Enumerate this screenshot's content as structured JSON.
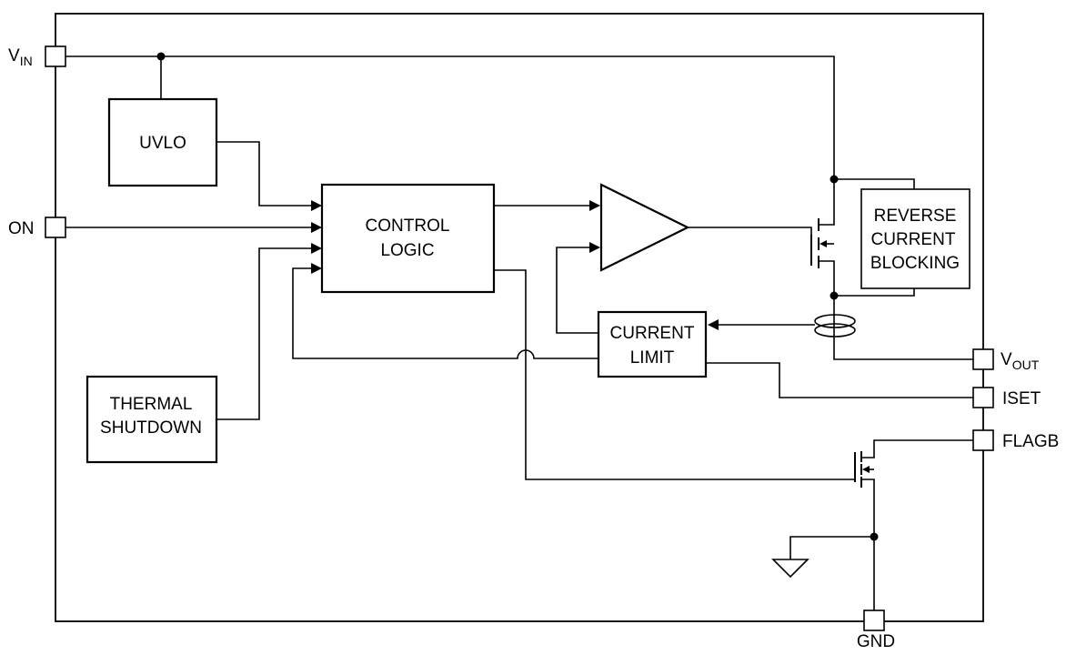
{
  "pins": {
    "vin": {
      "main": "V",
      "sub": "IN"
    },
    "on": "ON",
    "vout": {
      "main": "V",
      "sub": "OUT"
    },
    "iset": "ISET",
    "flagb": "FLAGB",
    "gnd": "GND"
  },
  "blocks": {
    "uvlo": "UVLO",
    "control_logic": [
      "CONTROL",
      "LOGIC"
    ],
    "thermal_shutdown": [
      "THERMAL",
      "SHUTDOWN"
    ],
    "current_limit": [
      "CURRENT",
      "LIMIT"
    ],
    "reverse_current_blocking": [
      "REVERSE",
      "CURRENT",
      "BLOCKING"
    ]
  }
}
